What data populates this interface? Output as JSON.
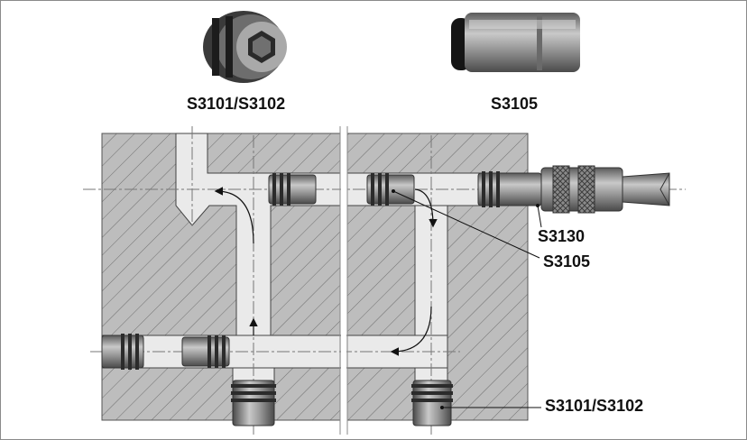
{
  "product_photos": [
    {
      "label": "S3101/S3102",
      "icon": "plug-with-seal-rings-icon"
    },
    {
      "label": "S3105",
      "icon": "cylindrical-plug-with-seal-ring-icon"
    }
  ],
  "callouts": {
    "top_right_coupling": "S3130",
    "inner_plug": "S3105",
    "bottom_plug": "S3101/S3102"
  },
  "colors": {
    "block_fill": "#bdbdbd",
    "hatch_line": "#6e6e6e",
    "channel_fill": "#eaeaea",
    "plug_metal": "#8c8c8c",
    "text": "#111111"
  }
}
